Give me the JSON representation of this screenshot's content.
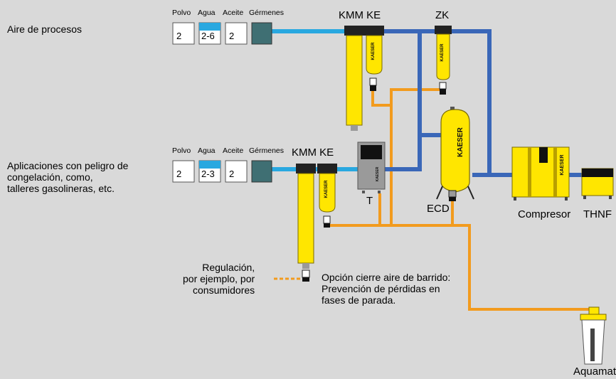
{
  "rows": [
    {
      "label": "Aire de procesos",
      "class_headers": [
        "Polvo",
        "Agua",
        "Aceite",
        "Gérmenes"
      ],
      "class_values": [
        "2",
        "2-6",
        "2"
      ],
      "filter_label": "KMM KE"
    },
    {
      "label": "Aplicaciones con peligro de\ncongelación, como,\ntalleres gasolineras, etc.",
      "class_headers": [
        "Polvo",
        "Agua",
        "Aceite",
        "Gérmenes"
      ],
      "class_values": [
        "2",
        "2-3",
        "2"
      ],
      "filter_label": "KMM KE"
    }
  ],
  "components": {
    "zk": "ZK",
    "dryer_t": "T",
    "ecd": "ECD",
    "compressor": "Compresor",
    "thnf": "THNF",
    "aquamat": "Aquamat",
    "brand": "KAESER"
  },
  "notes": {
    "regulation": "Regulación,\npor ejemplo, por\nconsumidores",
    "option": "Opción cierre aire de barrido:\nPrevención de pérdidas en\nfases de parada."
  },
  "colors": {
    "background": "#d9d9d9",
    "pipe_light": "#29a8e0",
    "pipe_dark": "#3a67b8",
    "condensate": "#f29b1e",
    "equipment_yellow": "#ffe600",
    "germ_box": "#3f6f73"
  }
}
